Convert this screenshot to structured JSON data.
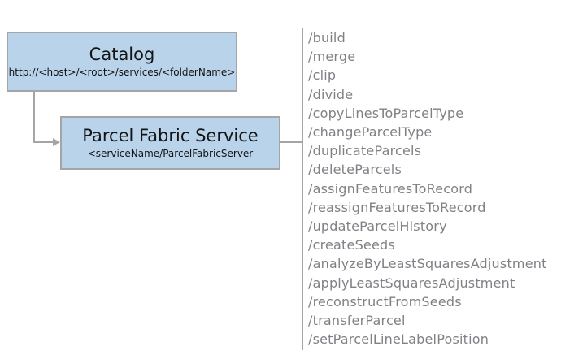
{
  "diagram": {
    "catalog_box": {
      "title": "Catalog",
      "subtitle": "http://<host>/<root>/services/<folderName>"
    },
    "service_box": {
      "title": "Parcel Fabric Service",
      "subtitle": "<serviceName/ParcelFabricServer"
    },
    "endpoints": [
      "/build",
      "/merge",
      "/clip",
      "/divide",
      "/copyLinesToParcelType",
      "/changeParcelType",
      "/duplicateParcels",
      "/deleteParcels",
      "/assignFeaturesToRecord",
      "/reassignFeaturesToRecord",
      "/updateParcelHistory",
      "/createSeeds",
      "/analyzeByLeastSquaresAdjustment",
      "/applyLeastSquaresAdjustment",
      "/reconstructFromSeeds",
      "/transferParcel",
      "/setParcelLineLabelPosition"
    ],
    "colors": {
      "box_fill": "#b9d3eb",
      "box_border": "#a5a5a5",
      "connector": "#a5a5a5",
      "endpoint_text": "#828086",
      "title_text": "#141414"
    }
  }
}
